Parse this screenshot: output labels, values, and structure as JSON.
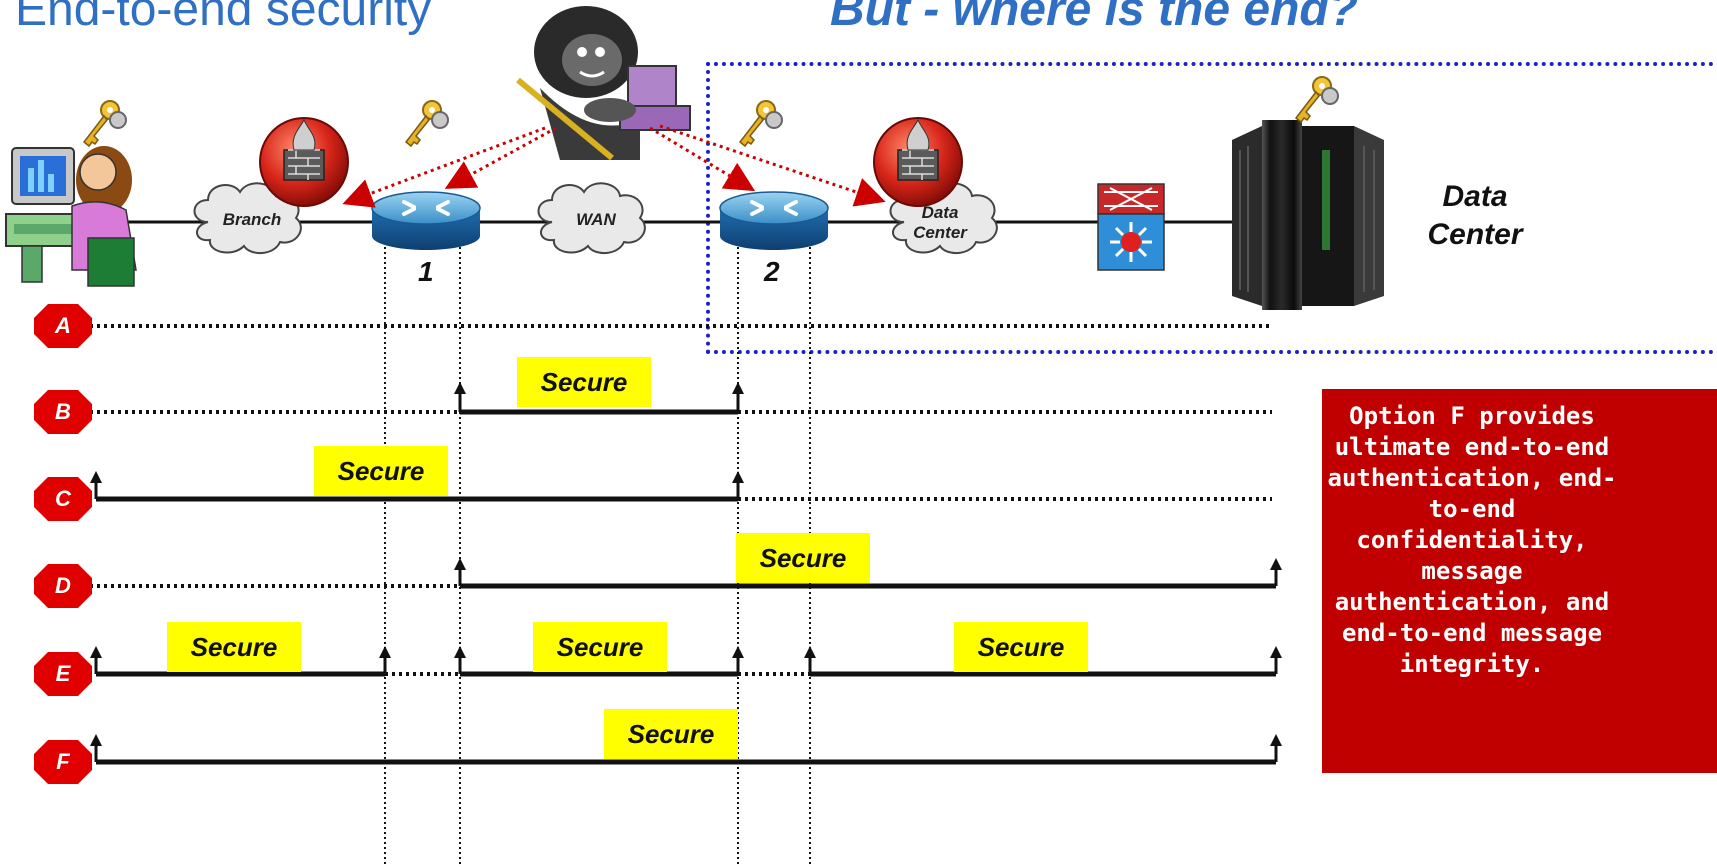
{
  "title": {
    "left": "End-to-end security",
    "right_prefix": "But",
    "right_rest": " - where is the end?"
  },
  "diagram": {
    "zone_label_line1": "Data",
    "zone_label_line2": "Center",
    "cloud_branch": "Branch",
    "cloud_wan": "WAN",
    "cloud_dc_line1": "Data",
    "cloud_dc_line2": "Center",
    "router1": "1",
    "router2": "2",
    "rows": [
      "A",
      "B",
      "C",
      "D",
      "E",
      "F"
    ],
    "secure_label": "Secure"
  },
  "note": {
    "lines": [
      "Option F provides",
      "ultimate end-to-end",
      "authentication, end-",
      "to-end",
      "confidentiality,",
      "message",
      "authentication, and",
      "end-to-end message",
      "integrity."
    ]
  },
  "colors": {
    "title": "#2f6fc4",
    "zone_border": "#1c22c8",
    "attack_arrow": "#cc0000",
    "badge": "#e00000",
    "secure_bg": "#ffff00",
    "note_bg": "#c00000"
  },
  "icons": [
    "key-icon",
    "user-workstation-icon",
    "firewall-icon",
    "router-icon",
    "switch-icon",
    "mainframe-server-icon",
    "hacker-icon",
    "cloud-icon"
  ]
}
